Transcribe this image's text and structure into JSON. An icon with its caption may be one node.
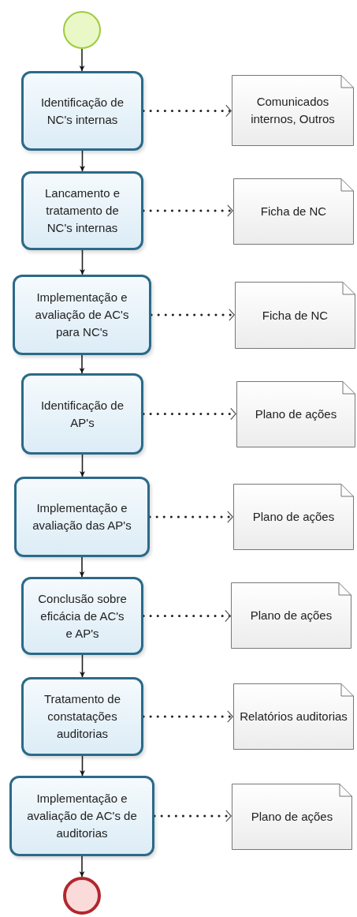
{
  "diagram": {
    "nodes": [
      {
        "text": [],
        "shape": "circle"
      },
      {
        "text": [
          "Identificação de NC's internas"
        ]
      },
      {
        "text": [
          "Comunicados internos, Outros"
        ]
      },
      {
        "text": [
          "Lancamento e tratamento de NC's internas"
        ]
      },
      {
        "text": [
          "Ficha de NC"
        ]
      },
      {
        "text": [
          "Implementação e avaliação de AC's para NC's"
        ]
      },
      {
        "text": [
          "Ficha de NC"
        ]
      },
      {
        "text": [
          "Identificação de AP's"
        ]
      },
      {
        "text": [
          "Plano de ações"
        ]
      },
      {
        "text": [
          "Implementação e avaliação das AP's"
        ]
      },
      {
        "text": [
          "Plano de ações"
        ]
      },
      {
        "text": [
          "Conclusão sobre eficácia de AC's e AP's"
        ]
      },
      {
        "text": [
          "Plano de ações"
        ]
      },
      {
        "text": [
          "Tratamento de constatações auditorias"
        ]
      },
      {
        "text": [
          "Relatórios auditorias"
        ]
      },
      {
        "text": [
          "Implementação e avaliação de AC's de auditorias"
        ]
      },
      {
        "text": [
          "Plano de ações"
        ]
      },
      {
        "text": [],
        "shape": "circle"
      }
    ],
    "edges": [
      {
        "from": 0,
        "to": 1,
        "arrow": "to"
      },
      {
        "from": 1,
        "to": 2,
        "arrow": "to",
        "style": "dashed"
      },
      {
        "from": 1,
        "to": 3,
        "arrow": "to"
      },
      {
        "from": 3,
        "to": 4,
        "arrow": "to",
        "style": "dashed"
      },
      {
        "from": 3,
        "to": 5,
        "arrow": "to"
      },
      {
        "from": 5,
        "to": 6,
        "arrow": "to",
        "style": "dashed"
      },
      {
        "from": 5,
        "to": 7,
        "arrow": "to"
      },
      {
        "from": 7,
        "to": 8,
        "arrow": "to",
        "style": "dashed"
      },
      {
        "from": 7,
        "to": 9,
        "arrow": "to"
      },
      {
        "from": 9,
        "to": 10,
        "arrow": "to",
        "style": "dashed"
      },
      {
        "from": 9,
        "to": 11,
        "arrow": "to"
      },
      {
        "from": 11,
        "to": 12,
        "arrow": "to",
        "style": "dashed"
      },
      {
        "from": 11,
        "to": 13,
        "arrow": "to"
      },
      {
        "from": 13,
        "to": 14,
        "arrow": "to",
        "style": "dashed"
      },
      {
        "from": 13,
        "to": 15,
        "arrow": "to"
      },
      {
        "from": 15,
        "to": 16,
        "arrow": "to",
        "style": "dashed"
      },
      {
        "from": 15,
        "to": 17,
        "arrow": "to"
      }
    ]
  }
}
